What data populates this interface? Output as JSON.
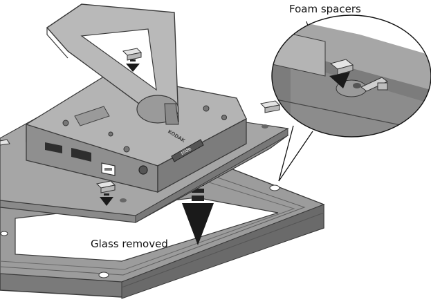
{
  "labels": {
    "foam_spacers": "Foam spacers",
    "glass_removed": "Glass removed"
  },
  "device_print": {
    "brand": "KODAK",
    "slideshow_button": "slide"
  },
  "colors": {
    "frame_top": "#9c9c9c",
    "frame_side": "#6f6f6f",
    "frame_groove": "#858585",
    "back_panel": "#a4a4a4",
    "device_top": "#b4b4b4",
    "device_side": "#8a8a8a",
    "stand": "#b9b9b9",
    "spacer": "#d9d9d9",
    "arrow": "#222222",
    "outline": "#3a3a3a"
  }
}
